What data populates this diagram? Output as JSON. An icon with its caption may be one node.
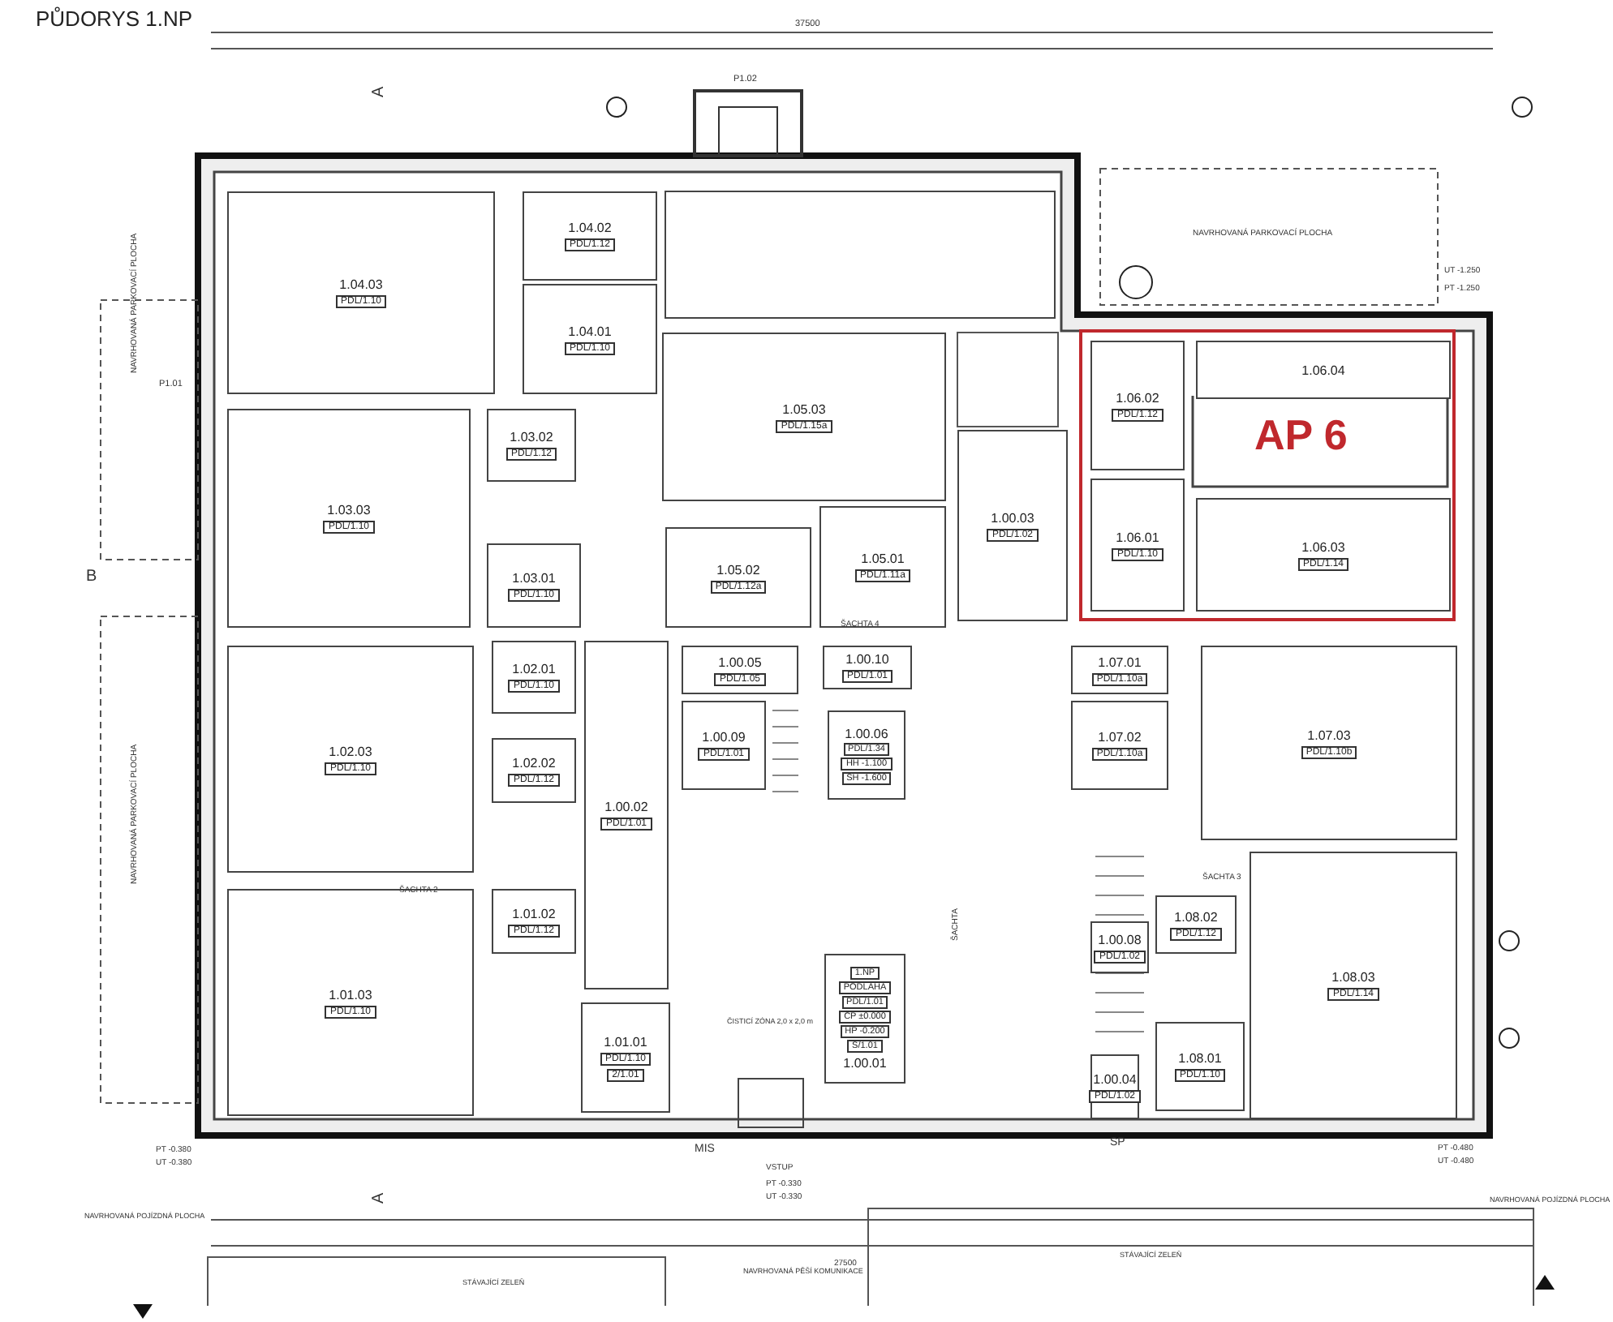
{
  "diagram": {
    "title": "PŮDORYS 1.NP",
    "nodes": [
      {
        "text": [
          "1.04.03",
          "PDL/1.10"
        ]
      },
      {
        "text": [
          "1.04.02",
          "PDL/1.12"
        ]
      },
      {
        "text": [
          "1.04.01",
          "PDL/1.10"
        ]
      },
      {
        "text": [
          "1.05.03",
          "PDL/1.15a"
        ]
      },
      {
        "text": [
          "1.03.02",
          "PDL/1.12"
        ]
      },
      {
        "text": [
          "1.03.03",
          "PDL/1.10"
        ]
      },
      {
        "text": [
          "1.03.01",
          "PDL/1.10"
        ]
      },
      {
        "text": [
          "1.05.02",
          "PDL/1.12a"
        ]
      },
      {
        "text": [
          "1.05.01",
          "PDL/1.11a"
        ]
      },
      {
        "text": [
          "1.00.03",
          "PDL/1.02"
        ]
      },
      {
        "text": [
          "AP 6"
        ]
      },
      {
        "text": [
          "1.06.02",
          "PDL/1.12"
        ],
        "in": 10
      },
      {
        "text": [
          "1.06.04"
        ],
        "in": 10
      },
      {
        "text": [
          "1.06.01",
          "PDL/1.10"
        ],
        "in": 10
      },
      {
        "text": [
          "1.06.03",
          "PDL/1.14"
        ],
        "in": 10
      },
      {
        "text": [
          "1.00.05",
          "PDL/1.05"
        ]
      },
      {
        "text": [
          "1.00.10",
          "PDL/1.01"
        ]
      },
      {
        "text": [
          "1.00.09",
          "PDL/1.01"
        ]
      },
      {
        "text": [
          "1.00.06",
          "PDL/1.34",
          "HH -1.100",
          "SH -1.600"
        ]
      },
      {
        "text": [
          "1.07.01",
          "PDL/1.10a"
        ]
      },
      {
        "text": [
          "1.07.02",
          "PDL/1.10a"
        ]
      },
      {
        "text": [
          "1.07.03",
          "PDL/1.10b"
        ]
      },
      {
        "text": [
          "1.02.01",
          "PDL/1.10"
        ]
      },
      {
        "text": [
          "1.02.03",
          "PDL/1.10"
        ]
      },
      {
        "text": [
          "1.02.02",
          "PDL/1.12"
        ]
      },
      {
        "text": [
          "1.00.02",
          "PDL/1.01"
        ]
      },
      {
        "text": [
          "1.01.02",
          "PDL/1.12"
        ]
      },
      {
        "text": [
          "1.01.03",
          "PDL/1.10"
        ]
      },
      {
        "text": [
          "1.01.01",
          "PDL/1.10",
          "2/1.01"
        ]
      },
      {
        "text": [
          "1.NP",
          "PODLAHA",
          "PDL/1.01",
          "ČP ±0.000",
          "HP -0.200",
          "S/1.01",
          "1.00.01"
        ]
      },
      {
        "text": [
          "1.08.02",
          "PDL/1.12"
        ]
      },
      {
        "text": [
          "1.08.03",
          "PDL/1.14"
        ]
      },
      {
        "text": [
          "1.00.08",
          "PDL/1.02"
        ]
      },
      {
        "text": [
          "1.08.01",
          "PDL/1.10"
        ]
      },
      {
        "text": [
          "1.00.04",
          "PDL/1.02"
        ]
      }
    ],
    "labels": [
      "37500",
      "P1.02",
      "NAVRHOVANÁ PARKOVACÍ PLOCHA",
      "UT -1.250",
      "PT -1.250",
      "P1.01",
      "NAVRHOVANÁ PARKOVACÍ PLOCHA",
      "NAVRHOVANÁ PARKOVACÍ PLOCHA",
      "A",
      "B",
      "A",
      "ŠACHTA 4",
      "ŠACHTA 2",
      "ŠACHTA 3",
      "ŠACHTA",
      "ČISTICÍ ZÓNA 2,0 x 2,0 m",
      "MIS",
      "VSTUP",
      "PT -0.330",
      "UT -0.330",
      "SP",
      "PT -0.380",
      "UT -0.380",
      "PT -0.480",
      "UT -0.480",
      "NAVRHOVANÁ POJÍZDNÁ PLOCHA",
      "NAVRHOVANÁ POJÍZDNÁ PLOCHA",
      "STÁVAJÍCÍ ZELEŇ",
      "NAVRHOVANÁ PĚŠÍ KOMUNIKACE",
      "STÁVAJÍCÍ ZELEŇ",
      "27500"
    ]
  }
}
